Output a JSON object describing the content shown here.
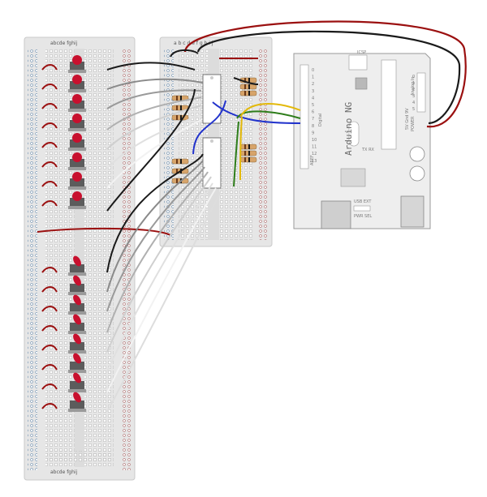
{
  "boards": {
    "left": {
      "column_labels": "abcde fghij"
    },
    "middle": {
      "column_labels": "a b c d e  f g h i j"
    }
  },
  "arduino": {
    "name": "Arduino NG",
    "digital_label": "Digital",
    "analog_label": "Analog In",
    "power_label": "POWER",
    "power_pins": "5V Gnd 9V",
    "icsp_label": "ICSP",
    "aref_label": "AREF",
    "gnd_label": "GND",
    "tx_rx_label": "TX RX",
    "digital_pins": [
      "0",
      "1",
      "2",
      "3",
      "4",
      "5",
      "6",
      "7",
      "8",
      "9",
      "10",
      "11",
      "12",
      "13"
    ],
    "analog_pins": [
      "0",
      "1",
      "2",
      "3",
      "4",
      "5"
    ],
    "jumper_labels": "USB EXT",
    "pwr_sel_label": "PWR SEL"
  },
  "colors": {
    "board": "#e6e6e6",
    "board_edge": "#c9c9c9",
    "arduino_body": "#eeeeee",
    "wire_black": "#1a1a1a",
    "wire_red": "#9b1010",
    "wire_white": "#f2f2f2",
    "wire_gray": "#8a8a8a",
    "wire_blue": "#2233cc",
    "wire_green": "#2e7d1a",
    "wire_yellow": "#e3b90a",
    "button_red": "#c8102e",
    "chip": "#ffffff"
  }
}
